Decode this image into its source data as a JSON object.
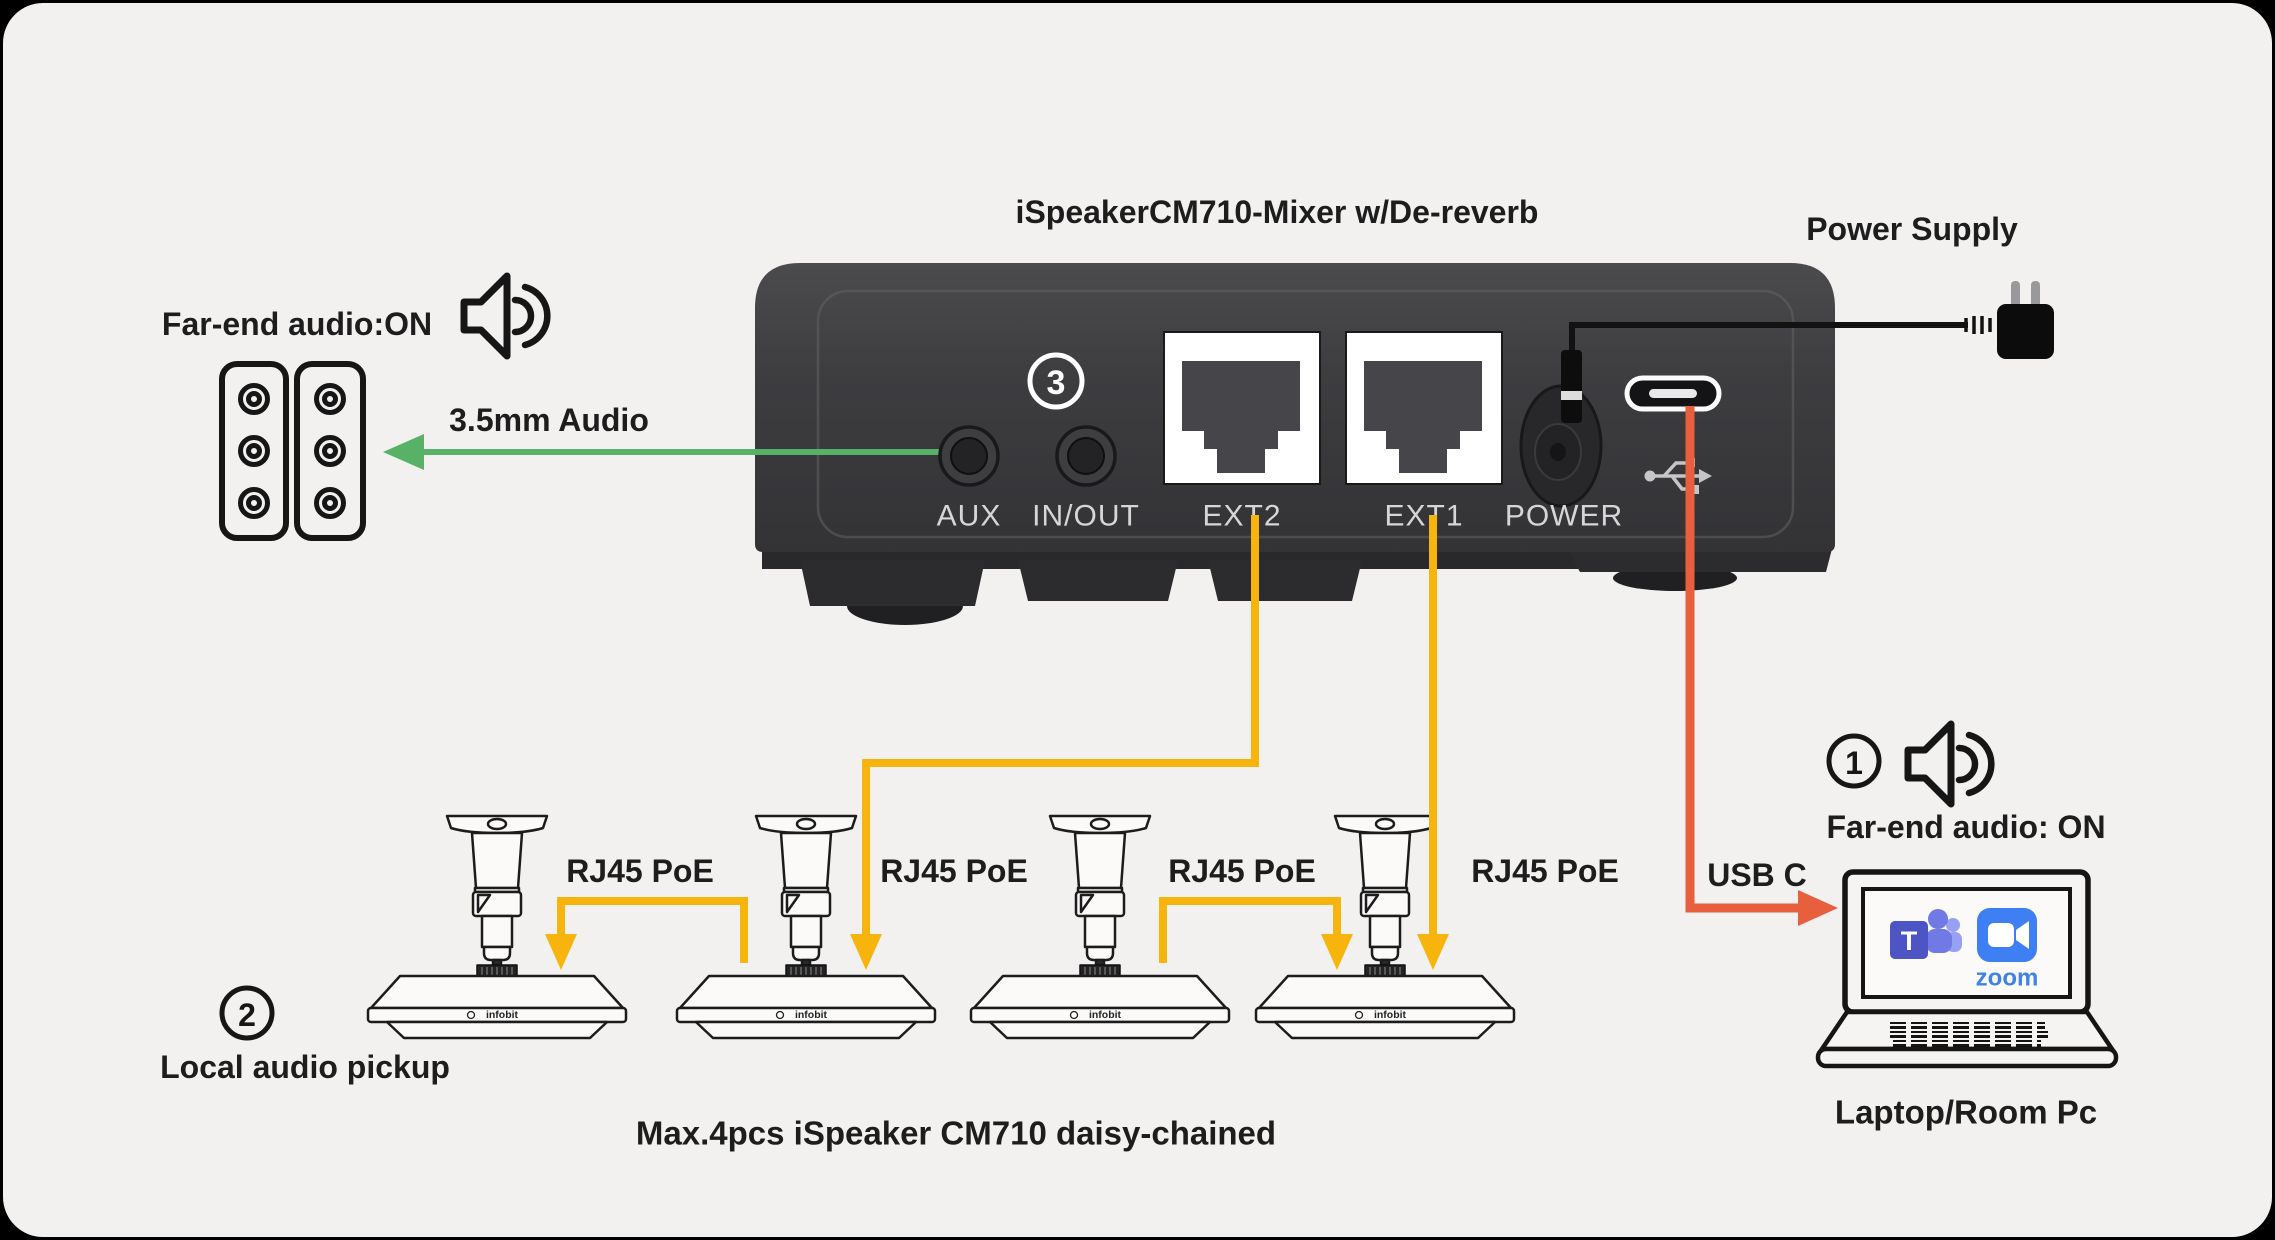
{
  "title": "iSpeakerCM710-Mixer w/De-reverb",
  "background": "#f2f1f0",
  "colors": {
    "audio_green": "#57b267",
    "poe_yellow": "#f6b40d",
    "usb_orange": "#e75f3d",
    "device_gray": "#3d3d40",
    "teams_purple": "#4d55c5",
    "zoom_blue": "#3f7ff4"
  },
  "steps": {
    "one": "1",
    "two": "2",
    "three": "3"
  },
  "mixer": {
    "port_labels": [
      "AUX",
      "IN/OUT",
      "EXT2",
      "EXT1",
      "POWER"
    ]
  },
  "left": {
    "far_end_label": "Far-end audio:ON",
    "cable_label": "3.5mm Audio"
  },
  "power_supply": {
    "label": "Power Supply"
  },
  "daisy_chain": {
    "cable_labels": [
      "RJ45 PoE",
      "RJ45 PoE",
      "RJ45 PoE",
      "RJ45 PoE"
    ],
    "caption": "Max.4pcs iSpeaker CM710 daisy-chained",
    "pickup_label": "Local audio pickup",
    "speaker_brand": "infobit"
  },
  "right": {
    "far_end_label": "Far-end audio: ON",
    "cable_label": "USB C",
    "laptop_label": "Laptop/Room Pc",
    "teams_initial": "T",
    "zoom_label": "zoom"
  }
}
